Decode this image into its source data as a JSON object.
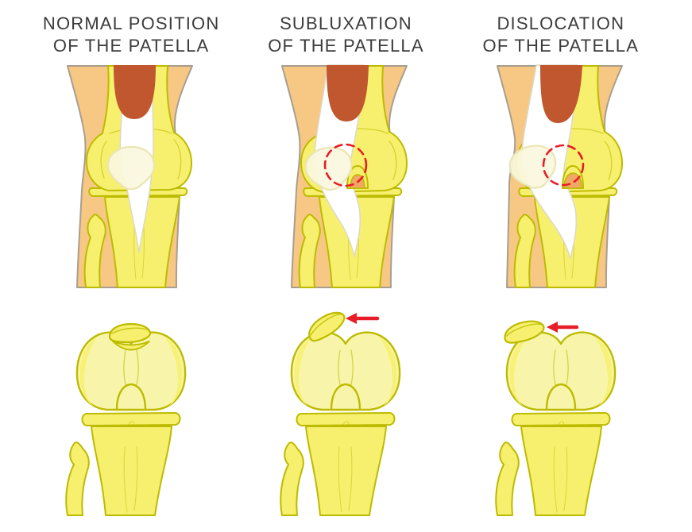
{
  "figure": {
    "panels": [
      {
        "id": "normal",
        "title_line1": "NORMAL POSITION",
        "title_line2": "OF THE PATELLA"
      },
      {
        "id": "subluxation",
        "title_line1": "SUBLUXATION",
        "title_line2": "OF THE PATELLA"
      },
      {
        "id": "dislocation",
        "title_line1": "DISLOCATION",
        "title_line2": "OF THE PATELLA"
      }
    ]
  },
  "colors": {
    "skin": "#F7C883",
    "skin-outline": "#A89E90",
    "muscle": "#C0572E",
    "bone": "#F7F06E",
    "bone-pale": "#F8F5AB",
    "bone-outline": "#BDBB00",
    "patella": "#FAF8DE",
    "patella-outline": "#EAE5B5",
    "tendon": "#FFFFFF",
    "tendon-outline": "#DDD8CB",
    "exposed-bone": "#F1A865",
    "alert": "#E71E28",
    "title-text": "#3B3B3B"
  }
}
